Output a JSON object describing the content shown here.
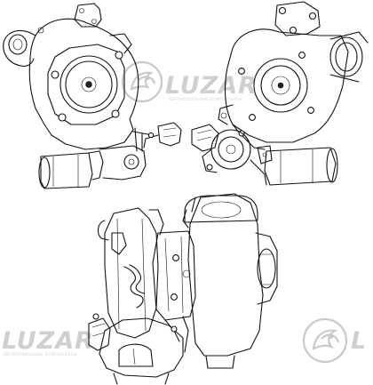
{
  "watermark": {
    "brand": "LUZAR",
    "tagline": "АВТОМОБИЛЬНЫЕ КОМПОНЕНТЫ"
  },
  "views": [
    {
      "name": "turbocharger-view-turbine-side"
    },
    {
      "name": "turbocharger-view-compressor-side"
    },
    {
      "name": "turbocharger-view-profile"
    }
  ]
}
